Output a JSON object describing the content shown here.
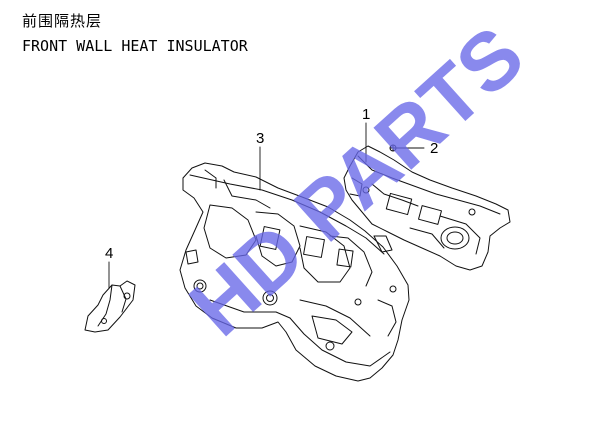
{
  "header": {
    "title_cn": "前围隔热层",
    "title_en": "FRONT WALL HEAT INSULATOR"
  },
  "callouts": [
    {
      "id": "1",
      "label": "1"
    },
    {
      "id": "2",
      "label": "2"
    },
    {
      "id": "3",
      "label": "3"
    },
    {
      "id": "4",
      "label": "4"
    }
  ],
  "watermark": {
    "text": "HD PARTS",
    "color": "#6868e8"
  }
}
